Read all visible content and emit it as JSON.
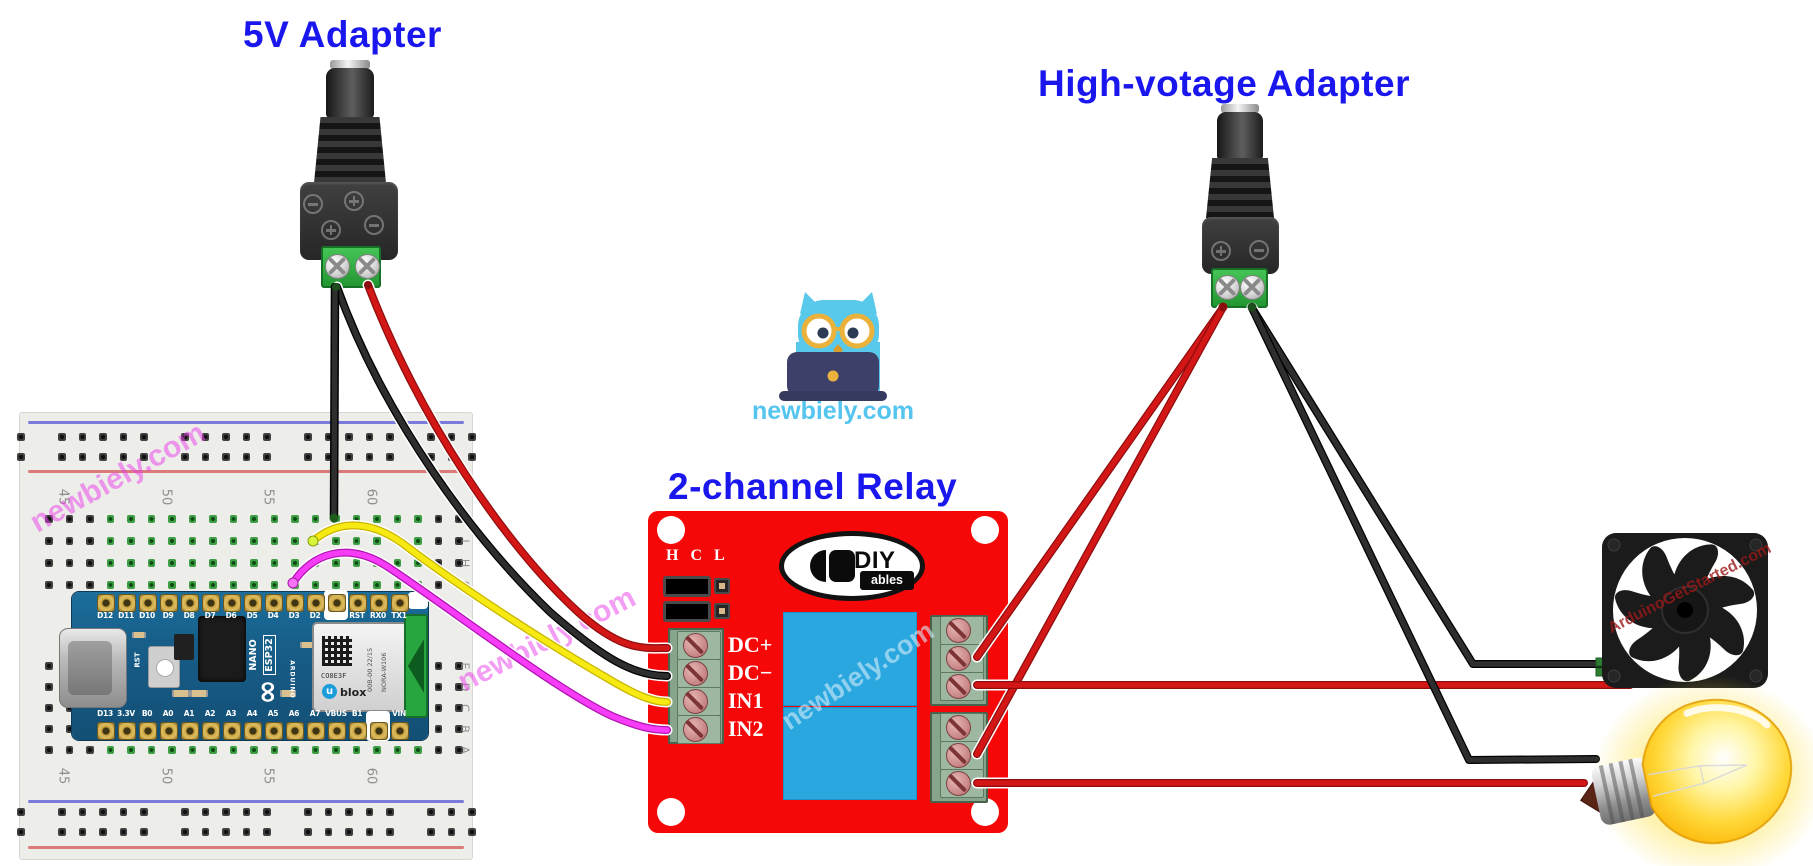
{
  "labels": {
    "adapter_5v": "5V Adapter",
    "adapter_hv": "High-votage Adapter",
    "relay_title": "2-channel Relay"
  },
  "site_logo": {
    "text": "newbiely.com"
  },
  "watermarks": {
    "newbiely": "newbiely.com",
    "arduino_get_started": "ArduinoGetStarted.com"
  },
  "relay": {
    "jumper_header": "H C L",
    "input_terminals": [
      "DC+",
      "DC−",
      "IN1",
      "IN2"
    ],
    "brand_top": "DIY",
    "brand_bottom": "ables"
  },
  "breadboard": {
    "column_numbers": [
      "45",
      "50",
      "55",
      "60"
    ],
    "row_letters_upper": [
      "J",
      "I",
      "H",
      "G"
    ],
    "row_letters_lower": [
      "E",
      "D",
      "C",
      "B",
      "A"
    ]
  },
  "arduino": {
    "top_pin_labels": [
      "D12",
      "D11",
      "D10",
      "D9",
      "D8",
      "D7",
      "D6",
      "D5",
      "D4",
      "D3",
      "D2",
      "",
      "RST",
      "RX0",
      "TX1"
    ],
    "bottom_pin_labels": [
      "D13",
      "3.3V",
      "B0",
      "A0",
      "A1",
      "A2",
      "A3",
      "A4",
      "A5",
      "A6",
      "A7",
      "VBUS",
      "B1",
      "",
      "VIN"
    ],
    "silk_nano": "NANO",
    "silk_esp32": "ESP32",
    "silk_brand": "ARDUINO",
    "silk_rst": "RST",
    "module_code": "CO8E3F",
    "module_brand_u": "u",
    "module_brand": "blox",
    "module_date": "00B-00 22/15",
    "module_name": "NORA-W106"
  },
  "colors": {
    "label_blue": "#1A16EE",
    "relay_red": "#F60808",
    "relay_channel_blue": "#2AA7DF",
    "wire_red": "#D31717",
    "wire_black": "#2E2E2E",
    "wire_yellow": "#F7EA12",
    "wire_magenta": "#F73CF7",
    "adapter_terminal_green": "#2FAE3D",
    "watermark_pink": "#E93CE9"
  }
}
